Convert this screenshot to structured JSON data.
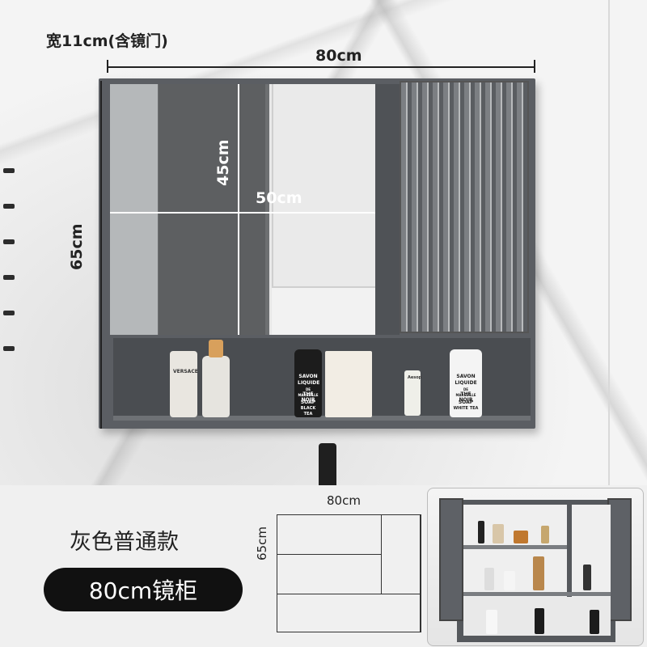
{
  "dimensions": {
    "depth_label": "宽11cm(含镜门)",
    "width_label": "80cm",
    "height_label": "65cm",
    "mirror_height_label": "45cm",
    "mirror_width_label": "50cm"
  },
  "products": {
    "versace": "VERSACE",
    "savon_1_lines": [
      "SAVON",
      "LIQUIDE",
      "DE MARSEILLE",
      "THE NOIR",
      "SOAP",
      "BLACK TEA"
    ],
    "savon_2_lines": [
      "SAVON",
      "LIQUIDE",
      "DE MARSEILLE",
      "THE NOIR",
      "SOAP",
      "WHITE TEA"
    ],
    "aesop": "Aesop"
  },
  "variant": {
    "title": "灰色普通款",
    "size_button": "80cm镜柜"
  },
  "diagram": {
    "width_label": "80cm",
    "height_label": "65cm"
  },
  "colors": {
    "cabinet": "#5b5e63",
    "pill": "#111111"
  }
}
